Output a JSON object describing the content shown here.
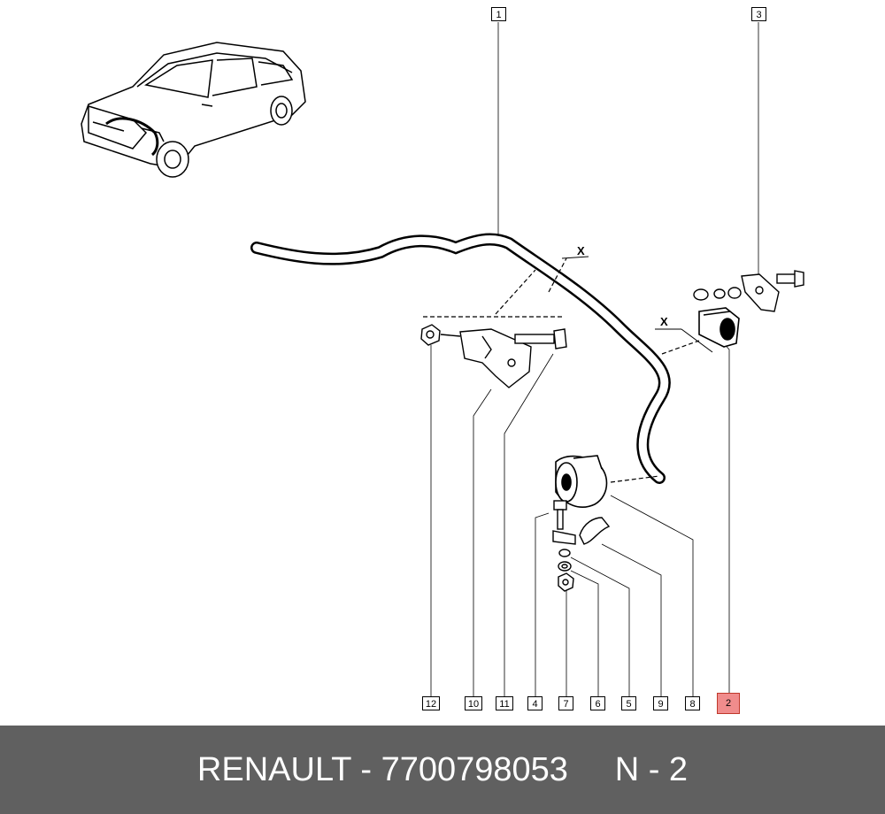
{
  "callouts": [
    {
      "label": "1",
      "highlight": false
    },
    {
      "label": "3",
      "highlight": false
    },
    {
      "label": "12",
      "highlight": false
    },
    {
      "label": "10",
      "highlight": false
    },
    {
      "label": "11",
      "highlight": false
    },
    {
      "label": "4",
      "highlight": false
    },
    {
      "label": "7",
      "highlight": false
    },
    {
      "label": "6",
      "highlight": false
    },
    {
      "label": "5",
      "highlight": false
    },
    {
      "label": "9",
      "highlight": false
    },
    {
      "label": "8",
      "highlight": false
    },
    {
      "label": "2",
      "highlight": true
    }
  ],
  "dimension_labels": [
    "X",
    "X"
  ],
  "footer": {
    "brand": "RENAULT",
    "separator": " - ",
    "part_number": "7700798053",
    "position_label": "N - 2"
  },
  "colors": {
    "footer_bg": "#606060",
    "footer_text": "#ffffff",
    "highlight_bg": "#f08c8c",
    "highlight_border": "#c0392b"
  }
}
